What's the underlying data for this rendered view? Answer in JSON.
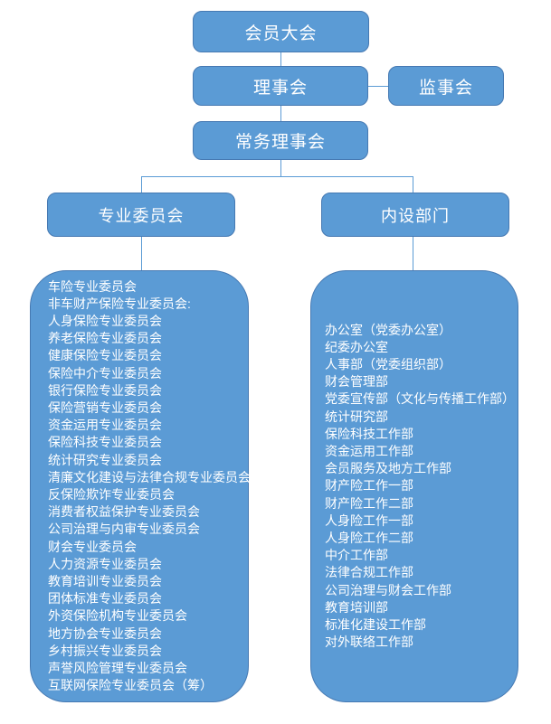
{
  "org_chart": {
    "nodes": {
      "members_assembly": "会员大会",
      "council": "理事会",
      "supervisory_board": "监事会",
      "standing_council": "常务理事会",
      "committees_header": "专业委员会",
      "departments_header": "内设部门"
    },
    "committees": [
      "车险专业委员会",
      "非车财产保险专业委员会:",
      "人身保险专业委员会",
      "养老保险专业委员会",
      "健康保险专业委员会",
      "保险中介专业委员会",
      "银行保险专业委员会",
      "保险营销专业委员会",
      "资金运用专业委员会",
      "保险科技专业委员会",
      "统计研究专业委员会",
      "清廉文化建设与法律合规专业委员会",
      "反保险欺诈专业委员会",
      "消费者权益保护专业委员会",
      "公司治理与内审专业委员会",
      "财会专业委员会",
      "人力资源专业委员会",
      "教育培训专业委员会",
      "团体标准专业委员会",
      "外资保险机构专业委员会",
      "地方协会专业委员会",
      "乡村振兴专业委员会",
      "声誉风险管理专业委员会",
      "互联网保险专业委员会（筹）"
    ],
    "departments": [
      "办公室（党委办公室）",
      "纪委办公室",
      "人事部（党委组织部）",
      "财会管理部",
      "党委宣传部（文化与传播工作部）",
      "统计研究部",
      "保险科技工作部",
      "资金运用工作部",
      "会员服务及地方工作部",
      "财产险工作一部",
      "财产险工作二部",
      "人身险工作一部",
      "人身险工作二部",
      "中介工作部",
      "法律合规工作部",
      "公司治理与财会工作部",
      "教育培训部",
      "标准化建设工作部",
      "对外联络工作部"
    ],
    "colors": {
      "node_fill": "#5b9bd5",
      "node_border": "#4679b2",
      "connector": "#5b9bd5",
      "text": "#ffffff"
    }
  }
}
